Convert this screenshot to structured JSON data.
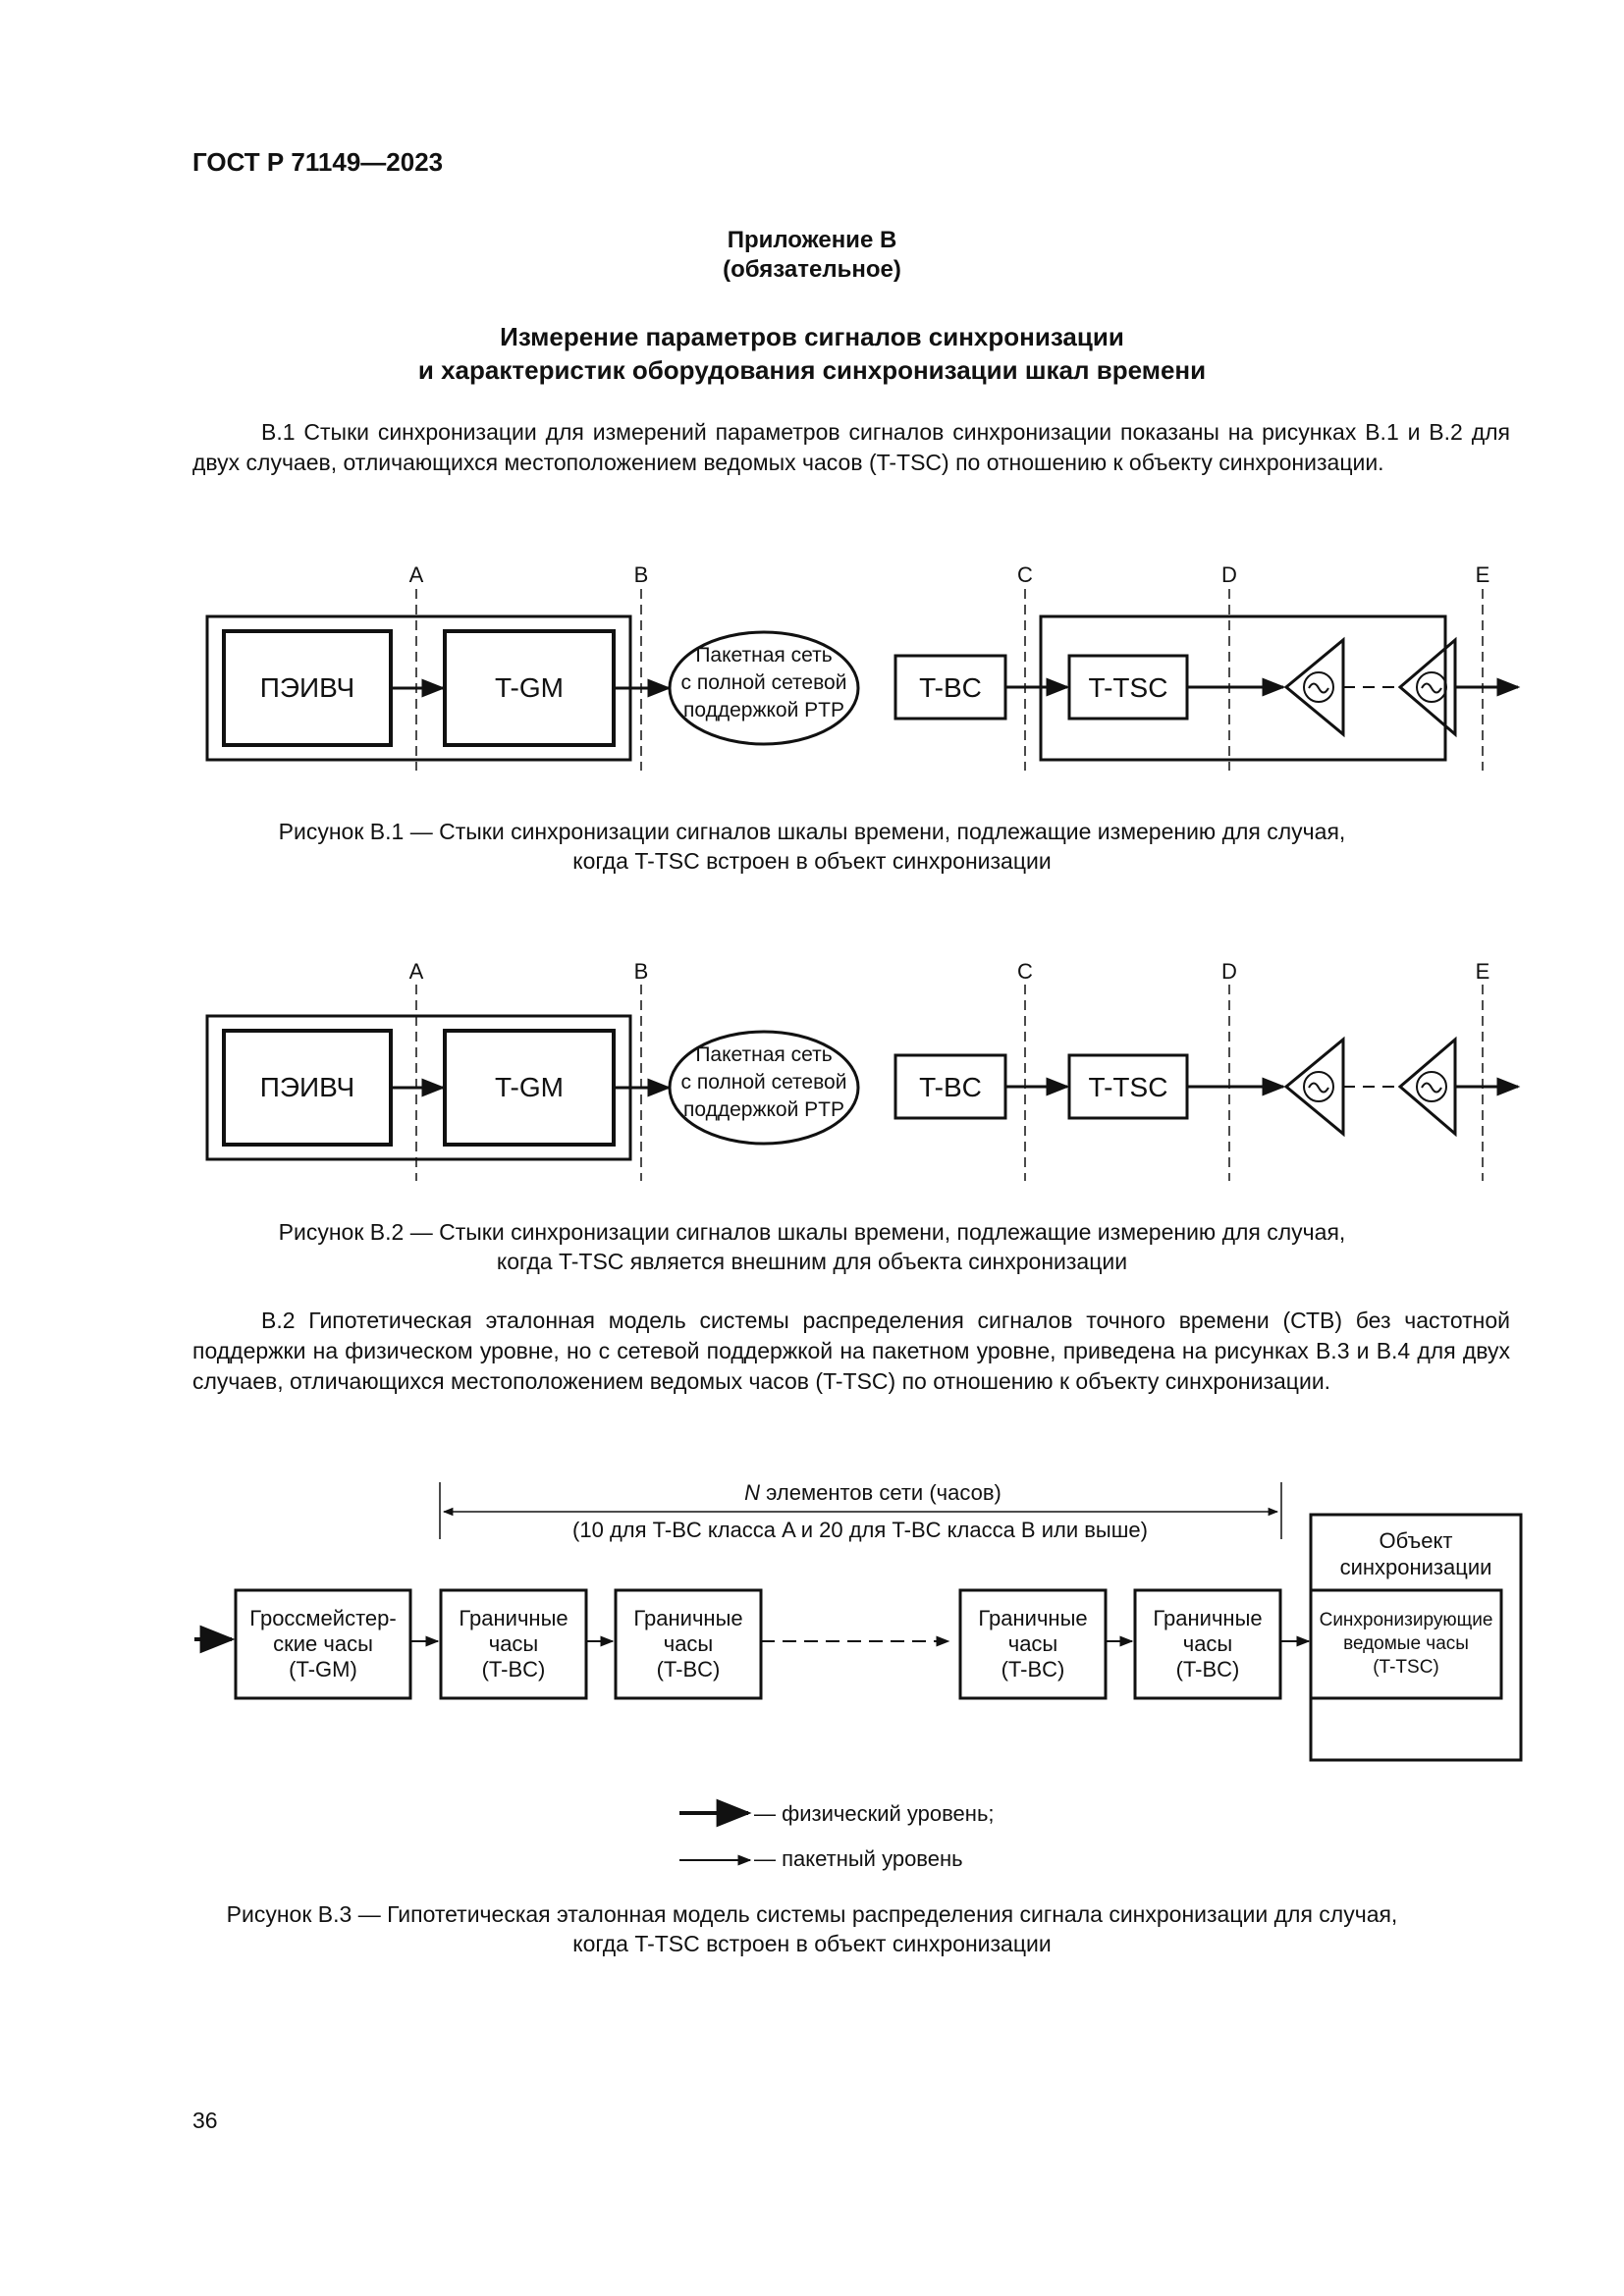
{
  "header": {
    "doc_code": "ГОСТ Р 71149—2023"
  },
  "annex": {
    "line1": "Приложение В",
    "line2": "(обязательное)"
  },
  "section_title": {
    "line1": "Измерение параметров сигналов синхронизации",
    "line2": "и характеристик оборудования синхронизации шкал времени"
  },
  "paragraph1": "В.1 Стыки синхронизации для измерений параметров сигналов синхронизации показаны на рисунках В.1 и В.2 для двух случаев, отличающихся местоположением ведомых часов (T-TSC) по отношению к объекту синхронизации.",
  "fig1": {
    "points": [
      "A",
      "B",
      "C",
      "D",
      "E"
    ],
    "peivch": "ПЭИВЧ",
    "tgm": "T-GM",
    "net_line1": "Пакетная сеть",
    "net_line2": "с полной сетевой",
    "net_line3": "поддержкой PTP",
    "tbc": "T-BC",
    "ttsc": "T-TSC",
    "caption_line1": "Рисунок В.1 — Стыки синхронизации сигналов шкалы времени, подлежащие измерению для случая,",
    "caption_line2": "когда T-TSC встроен в объект синхронизации"
  },
  "fig2": {
    "points": [
      "A",
      "B",
      "C",
      "D",
      "E"
    ],
    "peivch": "ПЭИВЧ",
    "tgm": "T-GM",
    "net_line1": "Пакетная сеть",
    "net_line2": "с полной сетевой",
    "net_line3": "поддержкой PTP",
    "tbc": "T-BC",
    "ttsc": "T-TSC",
    "caption_line1": "Рисунок В.2 — Стыки синхронизации сигналов шкалы времени, подлежащие измерению для случая,",
    "caption_line2": "когда T-TSC является внешним для объекта синхронизации"
  },
  "paragraph2": "В.2 Гипотетическая эталонная модель системы распределения сигналов точного времени (СТВ) без частотной поддержки на физическом уровне, но с сетевой поддержкой на пакетном уровне, приведена на рисунках В.3 и В.4 для двух случаев, отличающихся местоположением ведомых часов (T-TSC) по отношению к объекту синхронизации.",
  "fig3": {
    "span_label_n": "N",
    "span_label_rest": " элементов сети (часов)",
    "span_note": "(10 для T-BC класса A и 20 для T-BC класса B или выше)",
    "object_line1": "Объект",
    "object_line2": "синхронизации",
    "gm_line1": "Гроссмейстер-",
    "gm_line2": "ские часы",
    "gm_line3": "(T-GM)",
    "bc_line1": "Граничные",
    "bc_line2": "часы",
    "bc_line3": "(T-BC)",
    "tsc_line1": "Синхронизирующие",
    "tsc_line2": "ведомые часы",
    "tsc_line3": "(T-TSC)",
    "legend_physical": "— физический уровень;",
    "legend_packet": "— пакетный уровень",
    "caption_line1": "Рисунок В.3 — Гипотетическая эталонная модель системы распределения сигнала синхронизации для случая,",
    "caption_line2": "когда T-TSC встроен в объект синхронизации"
  },
  "footer": {
    "page_number": "36"
  }
}
